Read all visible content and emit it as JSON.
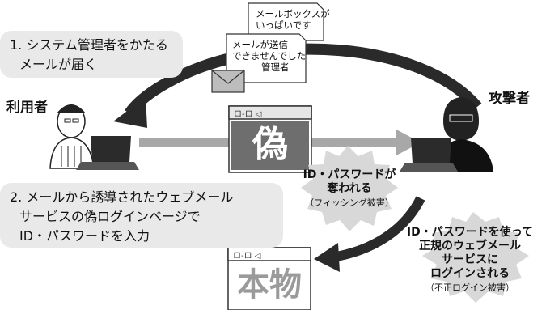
{
  "step1": {
    "line1": "1. システム管理者をかたる",
    "line2": "メールが届く"
  },
  "step2": {
    "line1": "2. メールから誘導されたウェブメール",
    "line2": "サービスの偽ログインページで",
    "line3": "ID・パスワードを入力"
  },
  "actors": {
    "user": "利用者",
    "attacker": "攻撃者"
  },
  "notes": {
    "mailbox_line1": "メールボックスが",
    "mailbox_line2": "いっぱいです",
    "send_fail_line1": "メールが送信",
    "send_fail_line2": "できませんでした",
    "send_fail_sign": "管理者"
  },
  "fake_page": {
    "titlebar": "ロ-ロ ◁",
    "label": "偽"
  },
  "real_page": {
    "titlebar": "ロ-ロ ◁",
    "label": "本物"
  },
  "burst_stolen": {
    "line1": "ID・パスワードが",
    "line2": "奪われる",
    "sub": "（フィッシング被害）"
  },
  "burst_login": {
    "line1": "ID・パスワードを使って",
    "line2": "正規のウェブメール",
    "line3": "サービスに",
    "line4": "ログインされる",
    "sub": "（不正ログイン被害）"
  },
  "colors": {
    "box_bg": "#e9e9e9",
    "arrow_dark": "#2a2a2a",
    "arrow_light": "#a8a8a8",
    "burst_bg": "#d8d8d8"
  }
}
